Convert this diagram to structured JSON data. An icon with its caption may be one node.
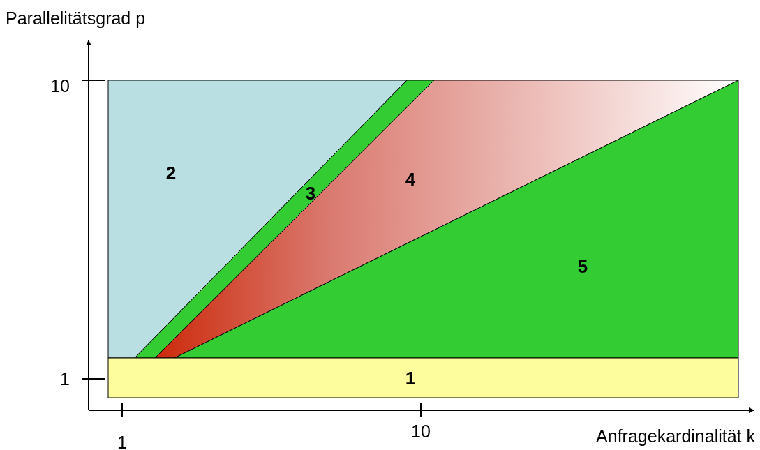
{
  "diagram": {
    "nodes": [
      {
        "text": [
          "2"
        ]
      },
      {
        "text": [
          "3"
        ]
      },
      {
        "text": [
          "4"
        ]
      },
      {
        "text": [
          "5"
        ]
      },
      {
        "text": [
          "1"
        ]
      }
    ],
    "labels": [
      "Parallelitätsgrad p",
      "10",
      "1",
      "1",
      "10",
      "Anfragekardinalität k"
    ]
  }
}
